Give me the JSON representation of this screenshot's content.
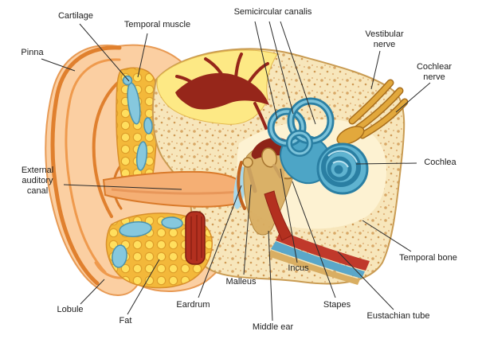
{
  "figure": {
    "subject": "Human ear anatomy cross-section illustration",
    "type": "labeled-medical-diagram"
  },
  "labels": [
    {
      "id": "cartilage",
      "text": "Cartilage"
    },
    {
      "id": "temporal-muscle",
      "text": "Temporal muscle"
    },
    {
      "id": "semicircular-canalis",
      "text": "Semicircular canalis"
    },
    {
      "id": "vestibular-nerve",
      "text": "Vestibular nerve"
    },
    {
      "id": "cochlear-nerve",
      "text": "Cochlear nerve"
    },
    {
      "id": "pinna",
      "text": "Pinna"
    },
    {
      "id": "external-auditory-canal",
      "text": "External auditory canal"
    },
    {
      "id": "cochlea",
      "text": "Cochlea"
    },
    {
      "id": "temporal-bone",
      "text": "Temporal bone"
    },
    {
      "id": "lobule",
      "text": "Lobule"
    },
    {
      "id": "fat",
      "text": "Fat"
    },
    {
      "id": "eardrum",
      "text": "Eardrum"
    },
    {
      "id": "malleus",
      "text": "Malleus"
    },
    {
      "id": "incus",
      "text": "Incus"
    },
    {
      "id": "middle-ear",
      "text": "Middle ear"
    },
    {
      "id": "stapes",
      "text": "Stapes"
    },
    {
      "id": "eustachian-tube",
      "text": "Eustachian tube"
    }
  ],
  "colors": {
    "skin": "#fbcfa2",
    "skin_outline": "#e0802e",
    "canal": "#f5af74",
    "fat_cell": "#ffdf5e",
    "fat_base": "#f3b83a",
    "cartilage_blue": "#86c8de",
    "bone_base": "#f7e6bb",
    "bone_speckle": "#d8a766",
    "muscle_red": "#96261a",
    "bright_red": "#b3301f",
    "inner_ear_teal": "#4da5c6",
    "inner_ear_dark": "#2a7fa3",
    "nerve_gold": "#e2a83c",
    "leader_line": "#2b2b2b"
  }
}
